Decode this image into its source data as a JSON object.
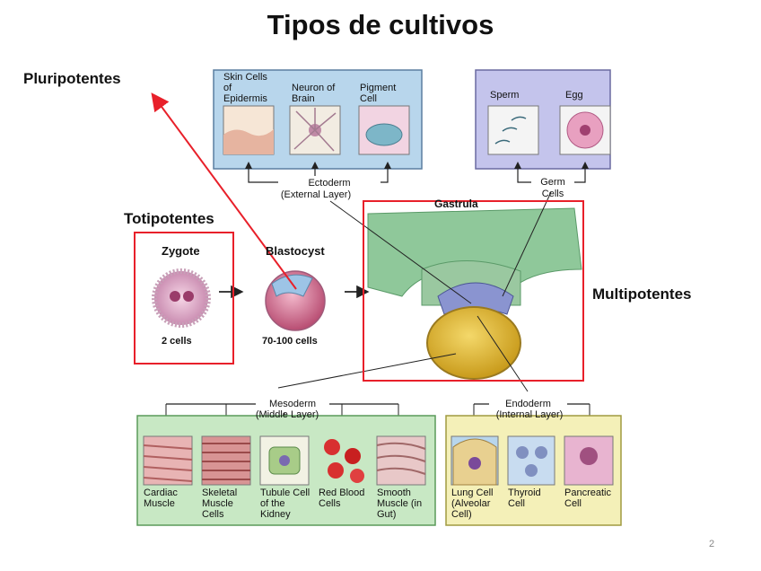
{
  "title": "Tipos de cultivos",
  "page_number": "2",
  "callouts": {
    "pluri": "Pluripotentes",
    "toti": "Totipotentes",
    "multi": "Multipotentes"
  },
  "ectoderm": {
    "cells": [
      {
        "label": "Skin Cells of Epidermis"
      },
      {
        "label": "Neuron of Brain"
      },
      {
        "label": "Pigment Cell"
      }
    ],
    "name": "Ectoderm",
    "sub": "(External Layer)"
  },
  "germ": {
    "cells": [
      {
        "label": "Sperm"
      },
      {
        "label": "Egg"
      }
    ],
    "name": "Germ",
    "sub": "Cells"
  },
  "stages": {
    "zygote": "Zygote",
    "zygote_cells": "2 cells",
    "blastocyst": "Blastocyst",
    "blastocyst_cells": "70-100 cells",
    "gastrula": "Gastrula"
  },
  "mesoderm": {
    "name": "Mesoderm",
    "sub": "(Middle Layer)",
    "cells": [
      {
        "label": "Cardiac Muscle"
      },
      {
        "label": "Skeletal Muscle Cells"
      },
      {
        "label": "Tubule Cell of the Kidney"
      },
      {
        "label": "Red Blood Cells"
      },
      {
        "label": "Smooth Muscle (in Gut)"
      }
    ]
  },
  "endoderm": {
    "name": "Endoderm",
    "sub": "(Internal Layer)",
    "cells": [
      {
        "label": "Lung Cell (Alveolar Cell)"
      },
      {
        "label": "Thyroid Cell"
      },
      {
        "label": "Pancreatic Cell"
      }
    ]
  },
  "colors": {
    "highlight": "#e8202a",
    "ecto_panel": "#b8d6ec",
    "germ_panel": "#c4c4ec",
    "meso_panel": "#c8e8c4",
    "endo_panel": "#f4f0b8"
  }
}
